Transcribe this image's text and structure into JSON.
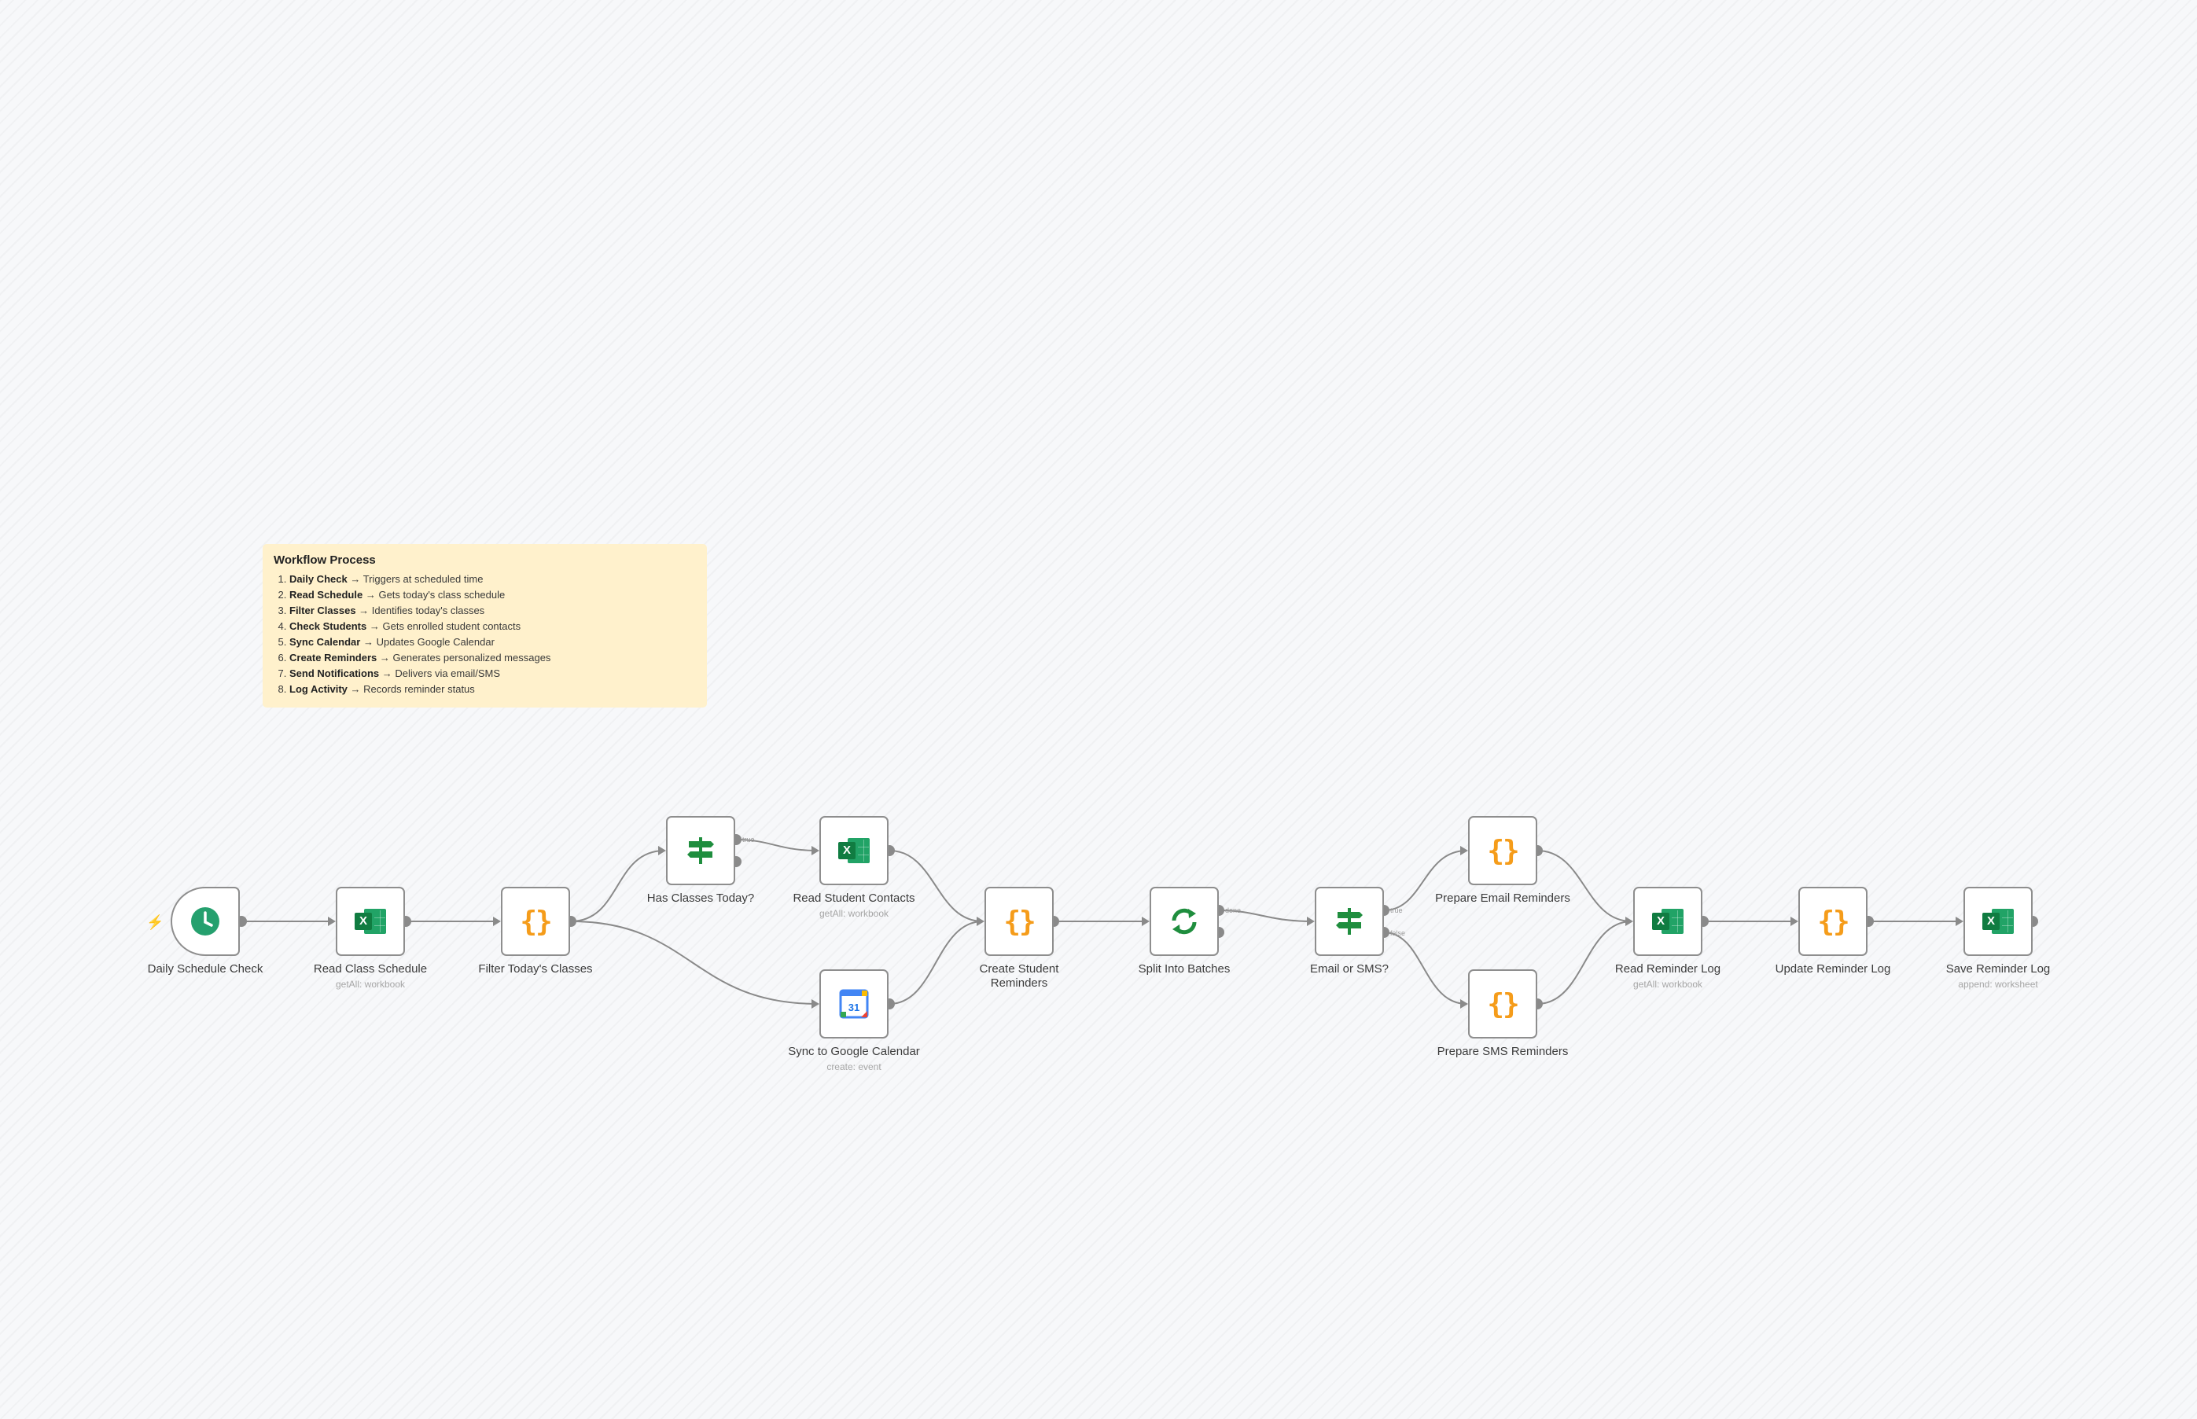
{
  "canvas": {
    "background": "#f7f8fa"
  },
  "note": {
    "title": "Workflow Process",
    "arrow": "→",
    "steps": [
      {
        "name": "Daily Check",
        "desc": "Triggers at scheduled time"
      },
      {
        "name": "Read Schedule",
        "desc": "Gets today's class schedule"
      },
      {
        "name": "Filter Classes",
        "desc": "Identifies today's classes"
      },
      {
        "name": "Check Students",
        "desc": "Gets enrolled student contacts"
      },
      {
        "name": "Sync Calendar",
        "desc": "Updates Google Calendar"
      },
      {
        "name": "Create Reminders",
        "desc": "Generates personalized messages"
      },
      {
        "name": "Send Notifications",
        "desc": "Delivers via email/SMS"
      },
      {
        "name": "Log Activity",
        "desc": "Records reminder status"
      }
    ]
  },
  "nodes": {
    "daily_schedule_check": {
      "label": "Daily Schedule Check",
      "icon": "clock-icon"
    },
    "read_class_schedule": {
      "label": "Read Class Schedule",
      "sub": "getAll: workbook",
      "icon": "excel-icon"
    },
    "filter_todays_classes": {
      "label": "Filter Today's Classes",
      "icon": "code-icon"
    },
    "has_classes_today": {
      "label": "Has Classes Today?",
      "icon": "if-icon"
    },
    "read_student_contacts": {
      "label": "Read Student Contacts",
      "sub": "getAll: workbook",
      "icon": "excel-icon"
    },
    "sync_google_calendar": {
      "label": "Sync to Google Calendar",
      "sub": "create: event",
      "icon": "google-calendar-icon",
      "icon_text": "31"
    },
    "create_student_reminders": {
      "label": "Create Student Reminders",
      "icon": "code-icon"
    },
    "split_into_batches": {
      "label": "Split Into Batches",
      "icon": "loop-icon"
    },
    "email_or_sms": {
      "label": "Email or SMS?",
      "icon": "if-icon"
    },
    "prepare_email_reminders": {
      "label": "Prepare Email Reminders",
      "icon": "code-icon"
    },
    "prepare_sms_reminders": {
      "label": "Prepare SMS Reminders",
      "icon": "code-icon"
    },
    "read_reminder_log": {
      "label": "Read Reminder Log",
      "sub": "getAll: workbook",
      "icon": "excel-icon"
    },
    "update_reminder_log": {
      "label": "Update Reminder Log",
      "icon": "code-icon"
    },
    "save_reminder_log": {
      "label": "Save Reminder Log",
      "sub": "append: worksheet",
      "icon": "excel-icon"
    }
  },
  "icons": {
    "code_glyph": "{}",
    "excel_glyph": "X",
    "trigger_glyph": "⚡"
  },
  "branch_labels": {
    "true": "true",
    "false": "false",
    "done": "done"
  },
  "colors": {
    "node_border": "#8e8e8e",
    "connection": "#8a8a8a",
    "code": "#f59c1a",
    "excel": "#107c41",
    "clock": "#25a06e",
    "if": "#1f8e3e",
    "note": "#fff1cc",
    "trigger": "#ff6d5a"
  }
}
